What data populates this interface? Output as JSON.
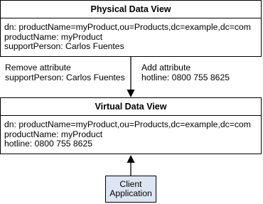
{
  "physical_view": {
    "title": "Physical Data View",
    "lines": [
      "dn: productName=myProduct,ou=Products,dc=example,dc=com",
      "productName: myProduct",
      "supportPerson: Carlos Fuentes"
    ]
  },
  "virtual_view": {
    "title": "Virtual Data View",
    "lines": [
      "dn: productName=myProduct,ou=Products,dc=example,dc=com",
      "productName: myProduct",
      "hotline: 0800 755 8625"
    ]
  },
  "annotations": {
    "remove": [
      "Remove attribute",
      "supportPerson: Carlos Fuentes"
    ],
    "add": [
      "Add attribute",
      "hotline: 0800 755 8625"
    ]
  },
  "client": {
    "lines": [
      "Client",
      "Application"
    ],
    "fill_color": "#dce6f2"
  }
}
